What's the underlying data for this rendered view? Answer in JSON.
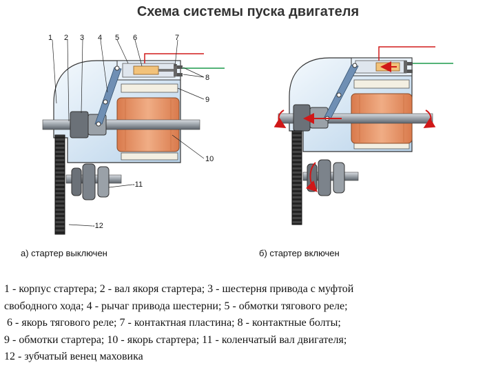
{
  "title": "Схема системы пуска двигателя",
  "captions": {
    "off": "а) стартер выключен",
    "on": "б) стартер включен"
  },
  "callouts": {
    "n1": "1",
    "n2": "2",
    "n3": "3",
    "n4": "4",
    "n5": "5",
    "n6": "6",
    "n7": "7",
    "n8": "8",
    "n9": "9",
    "n10": "10",
    "n11": "-11",
    "n12": "-12"
  },
  "legend_lines": [
    "1 - корпус стартера; 2 - вал якоря стартера; 3 - шестерня привода с муфтой",
    "свободного хода; 4 - рычаг привода шестерни; 5 - обмотки тягового реле;",
    " 6 - якорь тягового реле; 7 - контактная пластина; 8 - контактные болты;",
    "9 - обмотки стартера; 10 - якорь стартера; 11 - коленчатый вал двигателя;",
    "12 - зубчатый венец маховика"
  ],
  "colors": {
    "housing": "#cfe3f3",
    "housing_stroke": "#333333",
    "armature": "#e8956a",
    "relay_core": "#f2c27a",
    "metal": "#8a8f96",
    "lever": "#6f8fb4",
    "wire_red": "#d01818",
    "wire_green": "#1a9a4a",
    "arrow_red": "#d01818"
  }
}
